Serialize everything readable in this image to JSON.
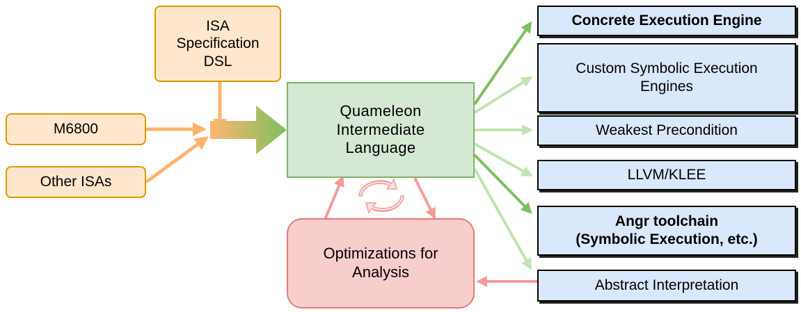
{
  "colors": {
    "orange_fill": "#ffe6cc",
    "orange_stroke": "#d79b00",
    "orange_arrow": "#ffb570",
    "green_fill": "#d5e8d4",
    "green_stroke": "#82b366",
    "green_arrow_dark": "#7dc060",
    "green_arrow_light": "#c2e3b2",
    "red_fill": "#f8cecc",
    "red_arrow": "#f19c99",
    "blue_fill": "#dae8fc",
    "blue_stroke": "#000000"
  },
  "nodes": {
    "isa_spec": "ISA\nSpecification\nDSL",
    "m6800": "M6800",
    "other_isas": "Other ISAs",
    "qil": "Quameleon\nIntermediate\nLanguage",
    "optimizations": "Optimizations for\nAnalysis",
    "concrete": "Concrete Execution Engine",
    "custom_symbolic": "Custom Symbolic Execution\nEngines",
    "weakest_pre": "Weakest Precondition",
    "llvm_klee": "LLVM/KLEE",
    "angr": "Angr toolchain\n(Symbolic Execution, etc.)",
    "abstract_interp": "Abstract Interpretation"
  },
  "icons": {
    "cycle": "refresh-cycle-icon"
  }
}
